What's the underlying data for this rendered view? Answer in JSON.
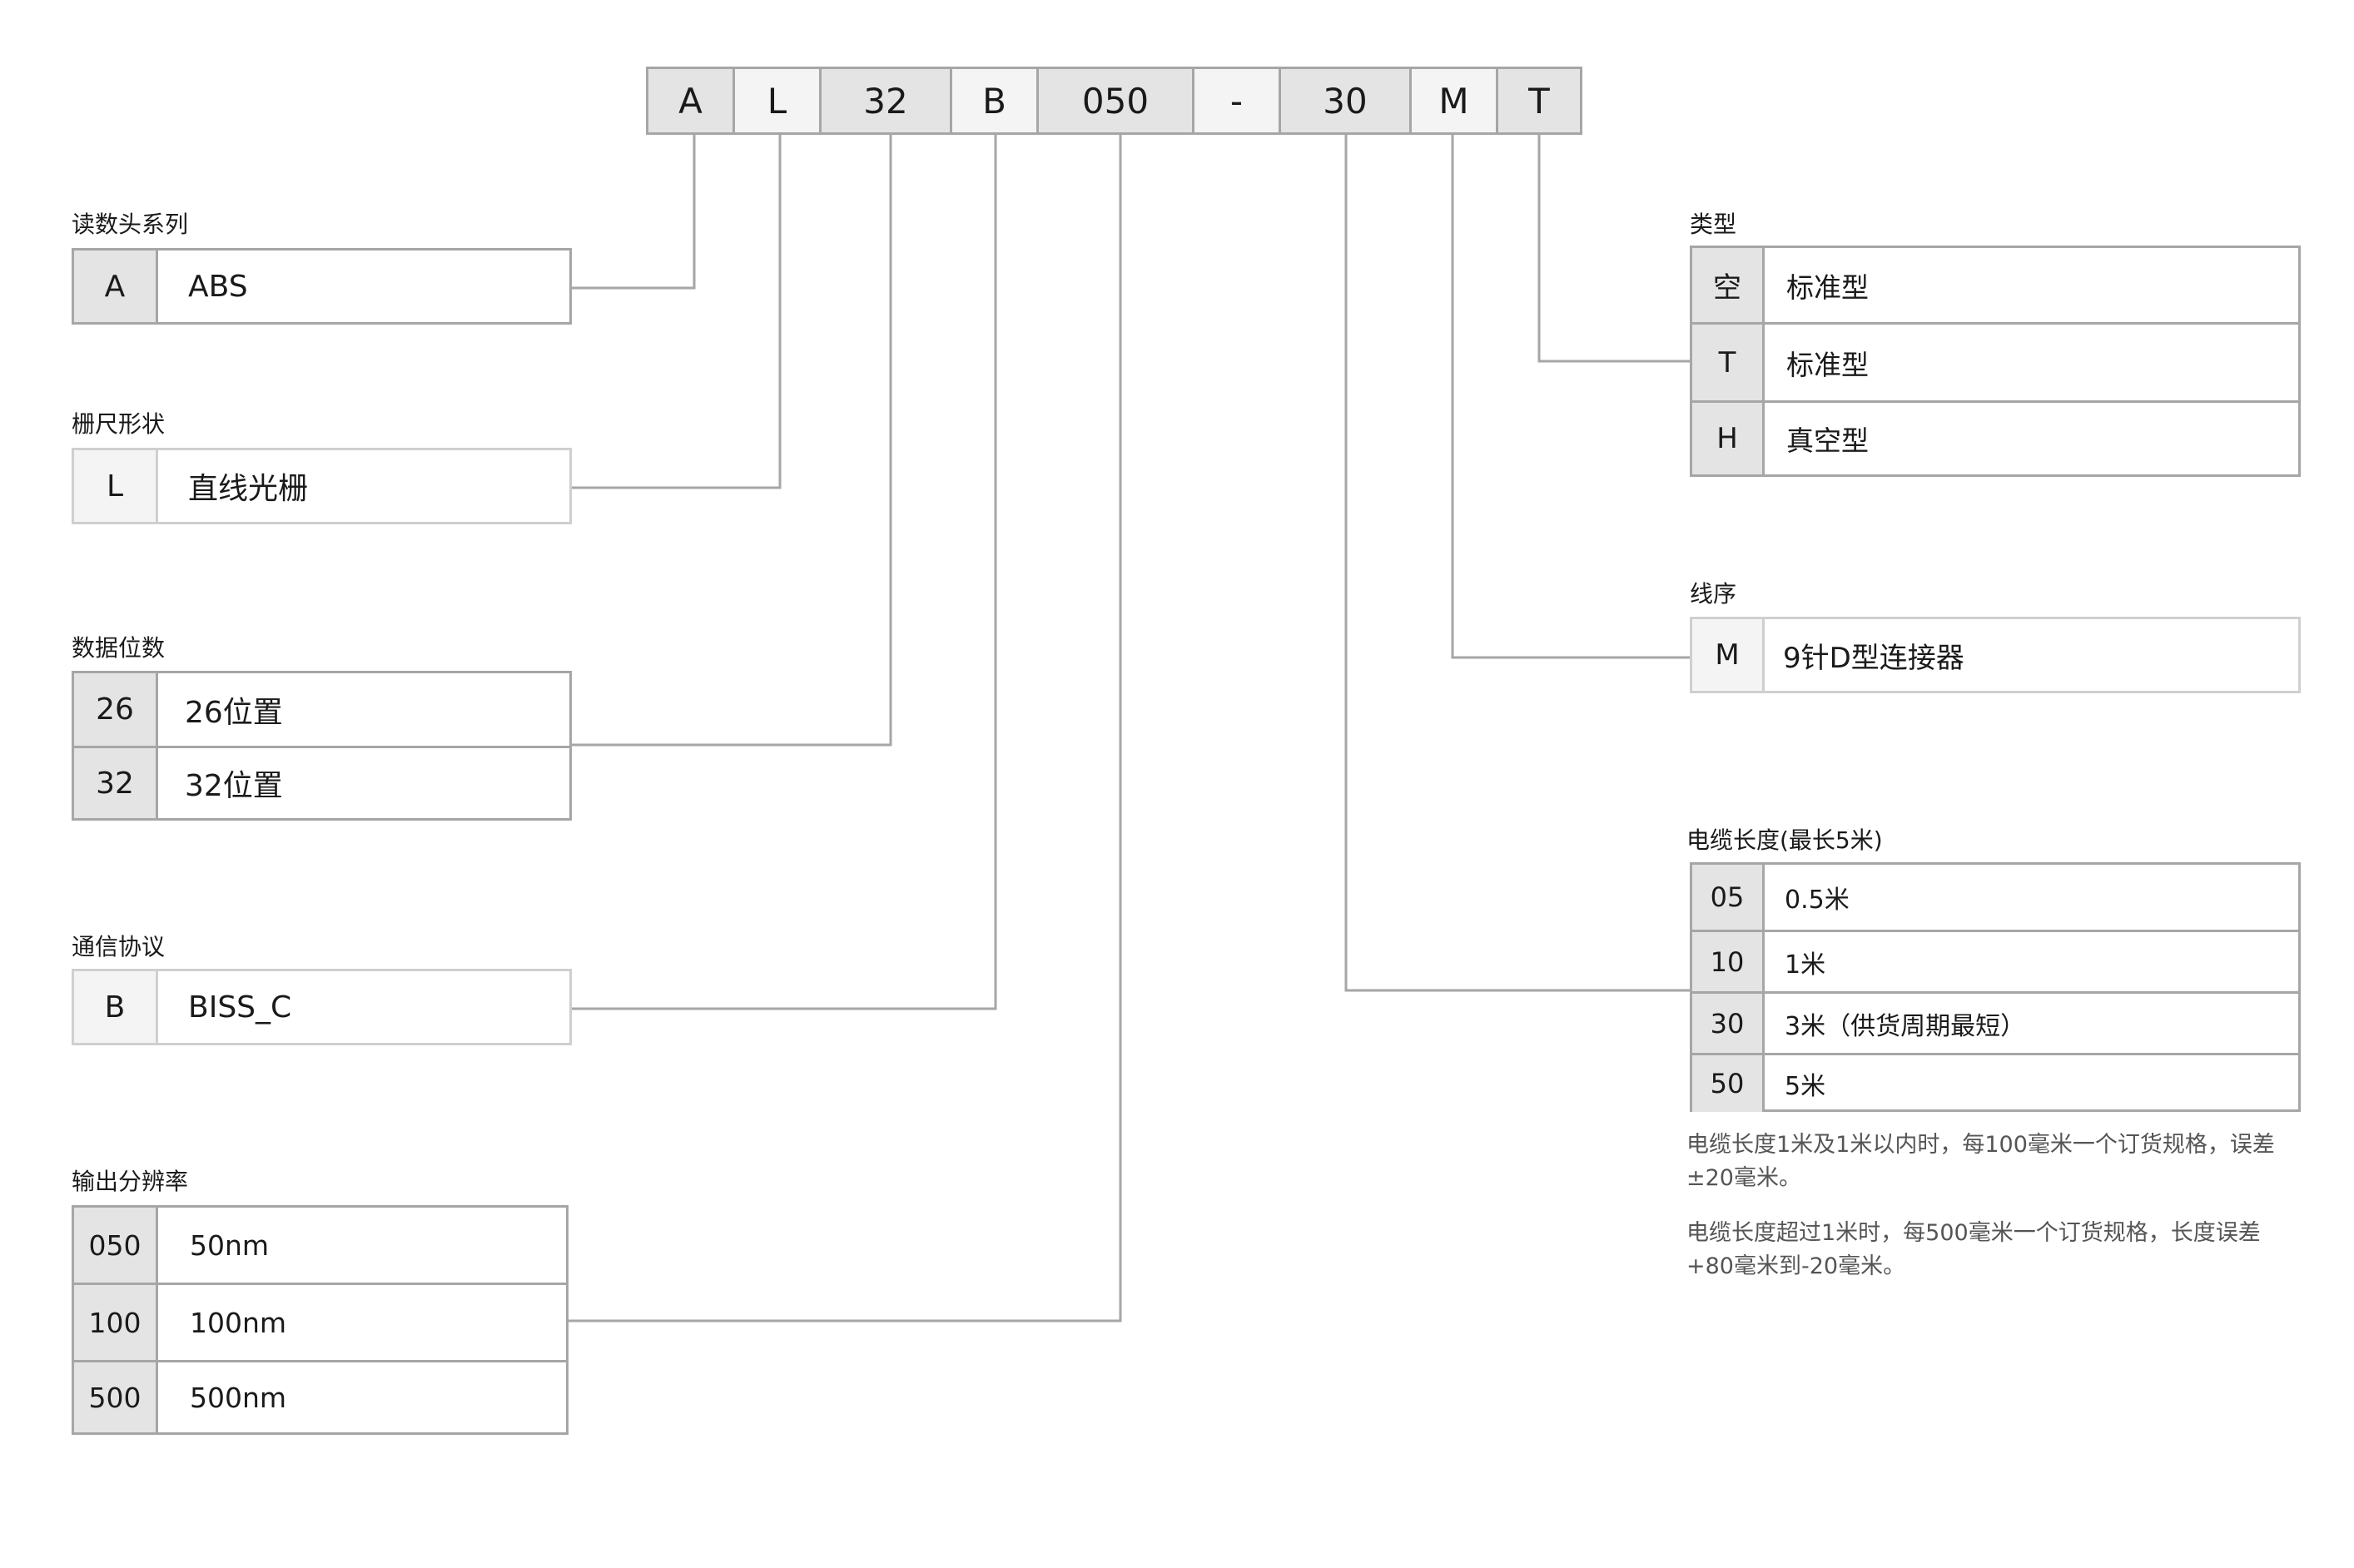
{
  "code_segments": [
    "A",
    "L",
    "32",
    "B",
    "050",
    "-",
    "30",
    "M",
    "T"
  ],
  "groups": {
    "reader": {
      "title": "读数头系列",
      "rows": [
        {
          "code": "A",
          "desc": "ABS"
        }
      ]
    },
    "shape": {
      "title": "栅尺形状",
      "rows": [
        {
          "code": "L",
          "desc": "直线光栅"
        }
      ]
    },
    "bits": {
      "title": "数据位数",
      "rows": [
        {
          "code": "26",
          "desc": "26位置"
        },
        {
          "code": "32",
          "desc": "32位置"
        }
      ]
    },
    "protocol": {
      "title": "通信协议",
      "rows": [
        {
          "code": "B",
          "desc": "BISS_C"
        }
      ]
    },
    "resolution": {
      "title": "输出分辨率",
      "rows": [
        {
          "code": "050",
          "desc": "50nm"
        },
        {
          "code": "100",
          "desc": "100nm"
        },
        {
          "code": "500",
          "desc": "500nm"
        }
      ]
    },
    "type": {
      "title": "类型",
      "rows": [
        {
          "code": "空",
          "desc": "标准型"
        },
        {
          "code": "T",
          "desc": "标准型"
        },
        {
          "code": "H",
          "desc": "真空型"
        }
      ]
    },
    "wiring": {
      "title": "线序",
      "rows": [
        {
          "code": "M",
          "desc": "9针D型连接器"
        }
      ]
    },
    "cable": {
      "title": "电缆长度(最长5米)",
      "rows": [
        {
          "code": "05",
          "desc": "0.5米"
        },
        {
          "code": "10",
          "desc": "1米"
        },
        {
          "code": "30",
          "desc": "3米（供货周期最短）"
        },
        {
          "code": "50",
          "desc": "5米"
        }
      ]
    }
  },
  "notes": {
    "note1": "电缆长度1米及1米以内时，每100毫米一个订货规格，误差±20毫米。",
    "note2": "电缆长度超过1米时，每500毫米一个订货规格，长度误差+80毫米到-20毫米。"
  },
  "colors": {
    "border": "#a6a6a6",
    "light_border": "#cfcfcf",
    "dark_fill": "#e4e4e4",
    "light_fill": "#f4f4f4",
    "line": "#a6a6a6"
  }
}
